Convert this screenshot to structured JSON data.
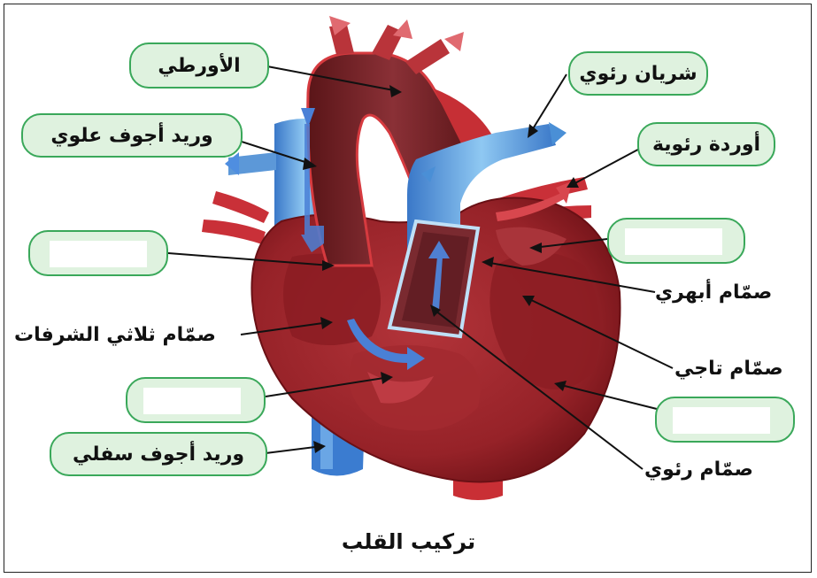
{
  "labels": {
    "aorta": "الأورطي",
    "pulmonary_artery": "شريان رئوي",
    "superior_vena_cava": "وريد أجوف علوي",
    "pulmonary_veins": "أوردة رئوية",
    "aortic_valve": "صمّام أبهري",
    "tricuspid_valve": "صمّام ثلاثي الشرفات",
    "mitral_valve": "صمّام تاجي",
    "inferior_vena_cava": "وريد أجوف سفلي",
    "pulmonary_valve": "صمّام رئوي"
  },
  "caption": "تركيب القلب",
  "colors": {
    "pill_border": "#3aa85a",
    "pill_fill": "#dff2df",
    "heart_dark": "#7a1216",
    "heart_mid": "#a8262a",
    "vessel_blue": "#4a8fd6",
    "vessel_light_blue": "#8cc4f0",
    "vessel_red": "#d43a3a"
  }
}
